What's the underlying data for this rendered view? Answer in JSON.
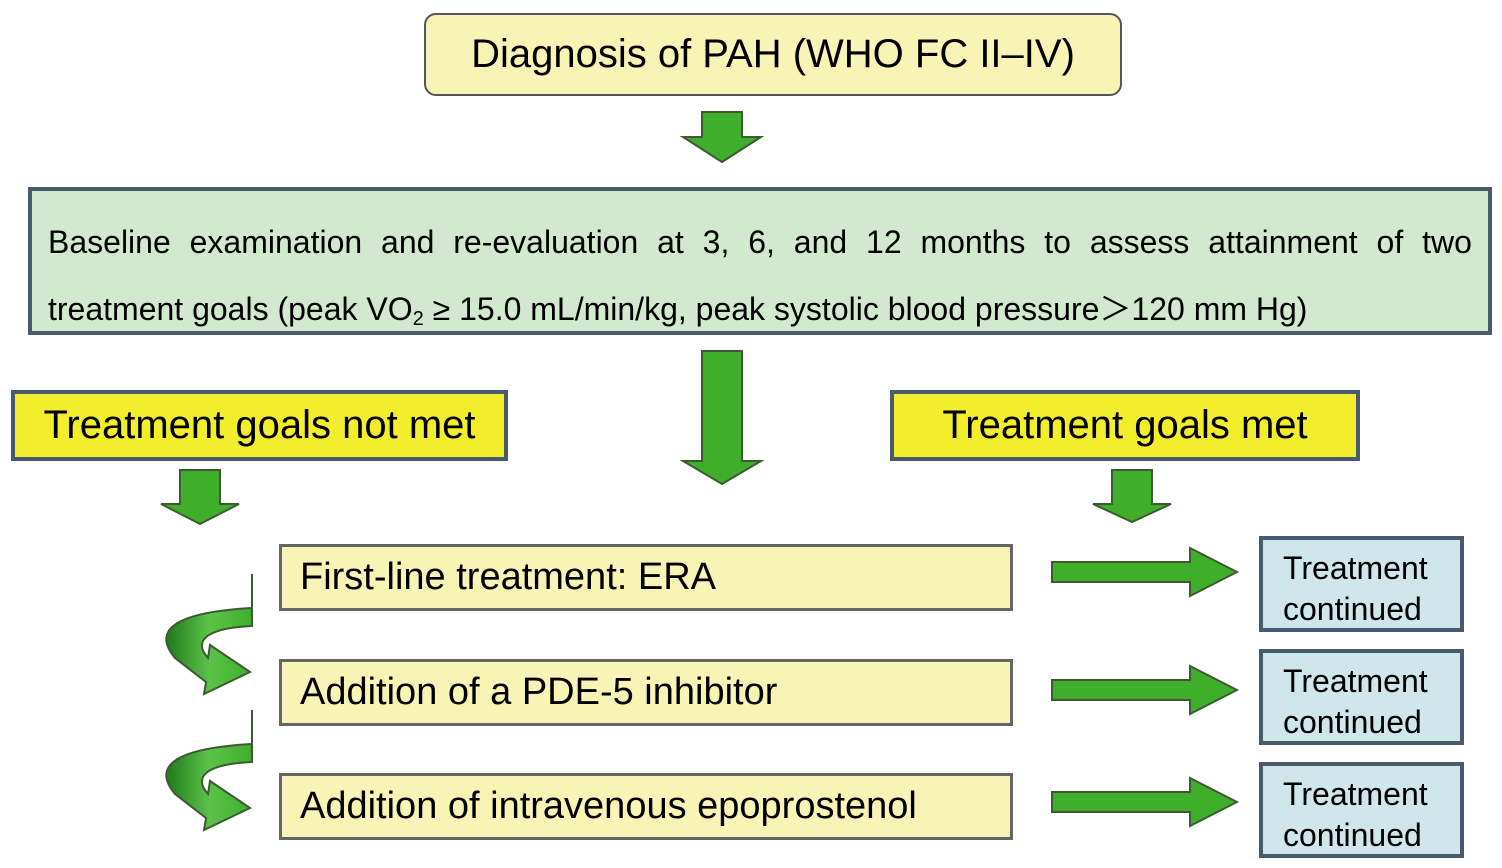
{
  "diagnosis": "Diagnosis of PAH (WHO FC II–IV)",
  "baseline": {
    "line1_words": [
      "Baseline",
      "examination",
      "and",
      "re-evaluation",
      "at",
      "3,",
      "6,",
      "and",
      "12",
      "months",
      "to",
      "assess",
      "attainment",
      "of",
      "two"
    ],
    "line2_pre": "treatment goals (peak VO",
    "line2_sub": "2",
    "line2_post": " ≥ 15.0 mL/min/kg, peak systolic blood pressure＞120 mm Hg)"
  },
  "goals_not_met": "Treatment goals not met",
  "goals_met": "Treatment goals met",
  "steps": [
    "First-line treatment: ERA",
    "Addition of a PDE-5 inhibitor",
    "Addition of intravenous epoprostenol"
  ],
  "outcomes": [
    {
      "line1": "Treatment",
      "line2": "continued"
    },
    {
      "line1": "Treatment",
      "line2": "continued"
    },
    {
      "line1": "Treatment",
      "line2": "continued"
    }
  ],
  "colors": {
    "arrow_fill": "#3fae2a",
    "arrow_stroke": "#3d5a30",
    "pale_yellow": "#f8f4b6",
    "bright_yellow": "#f2ee2c",
    "pale_green": "#d2e8cf",
    "pale_blue": "#cfe6ea"
  }
}
